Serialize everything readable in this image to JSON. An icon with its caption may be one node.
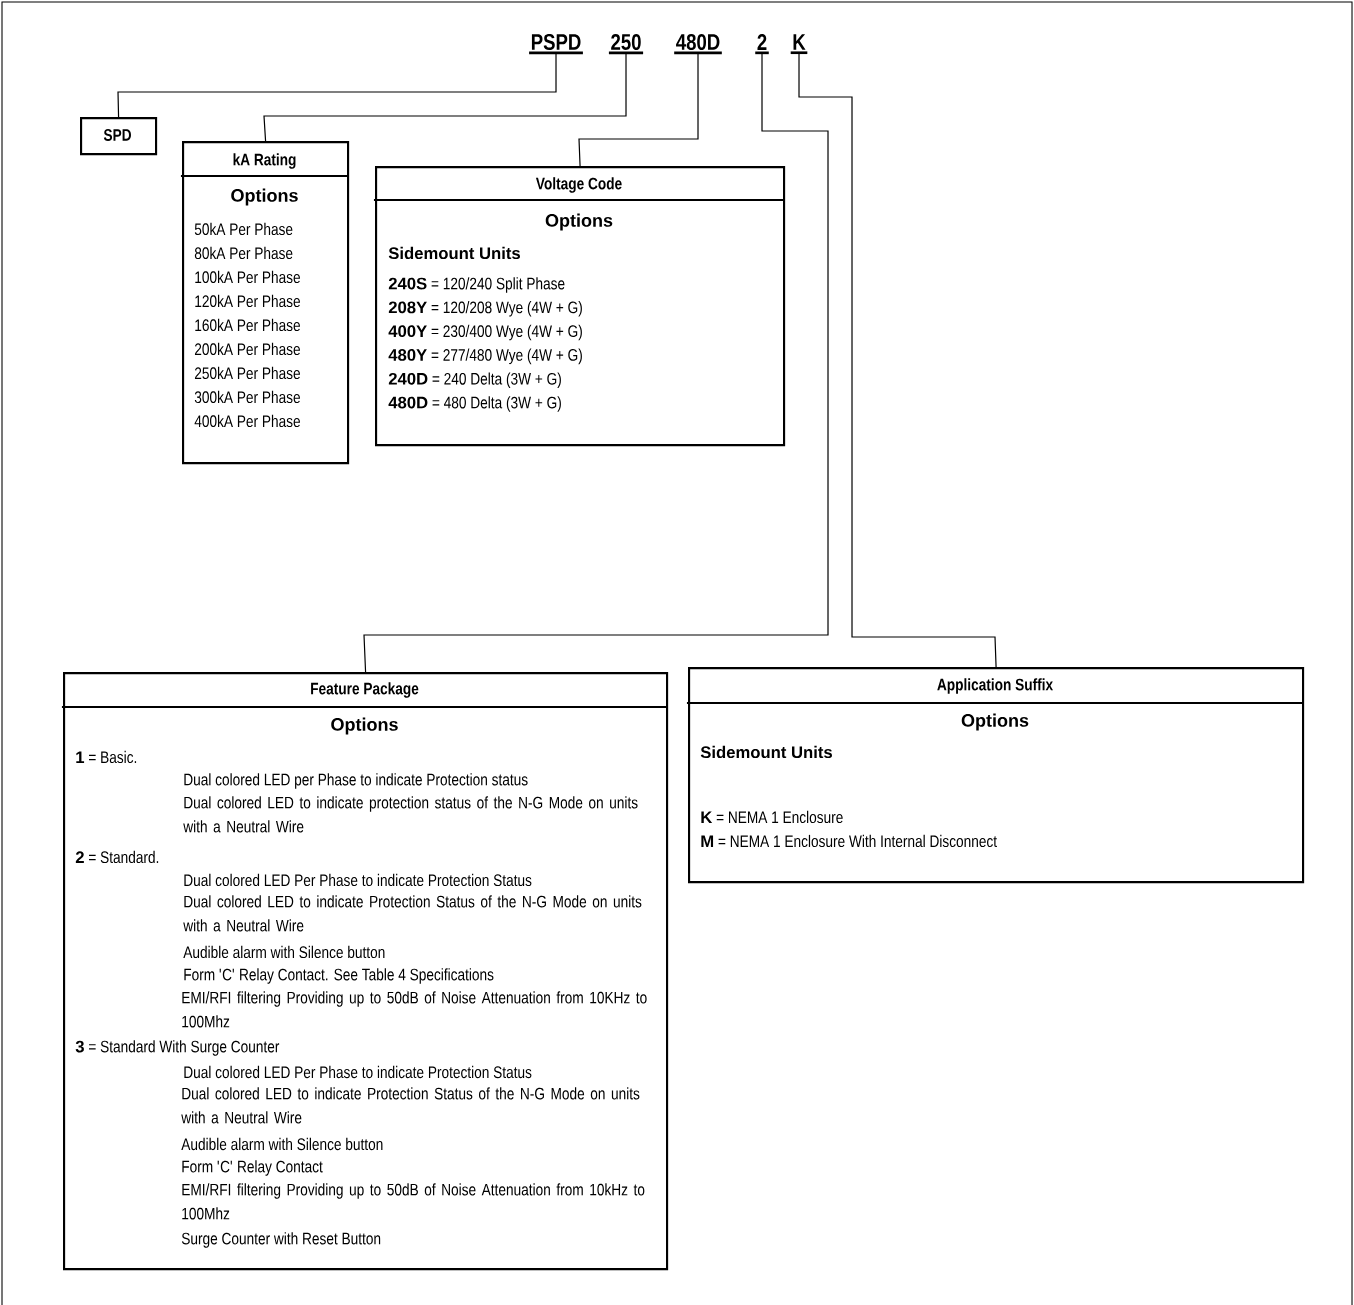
{
  "diagram": {
    "nodes": [
      {
        "text": [
          "PSPD"
        ]
      },
      {
        "text": [
          "250"
        ]
      },
      {
        "text": [
          "480D"
        ]
      },
      {
        "text": [
          "2"
        ]
      },
      {
        "text": [
          "K"
        ]
      },
      {
        "text": [
          "SPD"
        ]
      },
      {
        "text": [
          "kA Rating",
          "Options",
          "50kA Per Phase",
          "80kA Per Phase",
          "100kA Per Phase",
          "120kA Per Phase",
          "160kA Per Phase",
          "200kA Per Phase",
          "250kA Per Phase",
          "300kA Per Phase",
          "400kA Per Phase"
        ]
      },
      {
        "text": [
          "Voltage Code",
          "Options",
          "Sidemount Units",
          "**240S** = 120/240 Split Phase",
          "**208Y** = 120/208 Wye (4W + G)",
          "**400Y** = 230/400 Wye (4W + G)",
          "**480Y** = 277/480 Wye (4W + G)",
          "**240D** = 240 Delta (3W + G)",
          "**480D** = 480 Delta (3W + G)"
        ]
      },
      {
        "text": [
          "Feature Package",
          "Options",
          "**1** = Basic.",
          "Dual colored LED per Phase to indicate Protection status",
          "Dual colored LED to indicate protection status of the N-G Mode on units with a Neutral Wire",
          "**2** = Standard.",
          "Dual colored LED Per Phase to indicate Protection Status",
          "Dual colored LED to indicate Protection Status of the N-G Mode on units with a Neutral Wire",
          "Audible alarm with Silence button",
          "Form 'C' Relay Contact. See Table 4 Specifications",
          "EMI/RFI filtering Providing up to 50dB of Noise Attenuation from 10KHz to 100Mhz",
          "**3** = Standard With Surge Counter",
          "Dual colored LED Per Phase to indicate Protection Status",
          "Dual colored LED to indicate Protection Status of the N-G Mode on units with a Neutral Wire",
          "Audible alarm with Silence button",
          "Form 'C' Relay Contact",
          "EMI/RFI filtering Providing up to 50dB of Noise Attenuation from 10kHz to 100Mhz",
          "Surge Counter with Reset Button"
        ]
      },
      {
        "text": [
          "Application Suffix",
          "Options",
          "Sidemount Units",
          "**K** = NEMA 1 Enclosure",
          "**M** = NEMA 1 Enclosure With Internal Disconnect"
        ]
      }
    ],
    "edges": [
      {
        "from": 0,
        "to": 5,
        "arrow": "none"
      },
      {
        "from": 1,
        "to": 6,
        "arrow": "none"
      },
      {
        "from": 2,
        "to": 7,
        "arrow": "none"
      },
      {
        "from": 3,
        "to": 8,
        "arrow": "none"
      },
      {
        "from": 4,
        "to": 9,
        "arrow": "none"
      }
    ]
  }
}
